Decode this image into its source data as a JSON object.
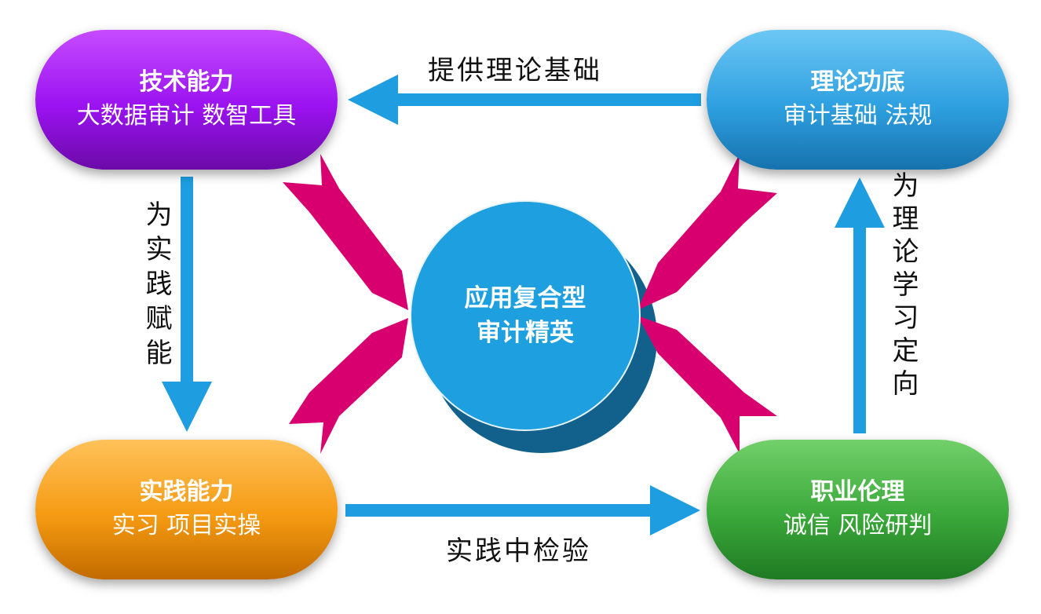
{
  "boxes": {
    "tech": {
      "title": "技术能力",
      "subtitle": "大数据审计 数智工具"
    },
    "theory": {
      "title": "理论功底",
      "subtitle": "审计基础 法规"
    },
    "practice": {
      "title": "实践能力",
      "subtitle": "实习 项目实操"
    },
    "ethics": {
      "title": "职业伦理",
      "subtitle": "诚信 风险研判"
    }
  },
  "center": {
    "line1": "应用复合型",
    "line2": "审计精英"
  },
  "arrows": {
    "top": "提供理论基础",
    "left": "为实践赋能",
    "bottom": "实践中检验",
    "right": "为理论学习定向"
  },
  "colors": {
    "flow_arrow": "#1e9ee0",
    "focus_arrow": "#d8006e",
    "center": "#1e9fdf"
  }
}
